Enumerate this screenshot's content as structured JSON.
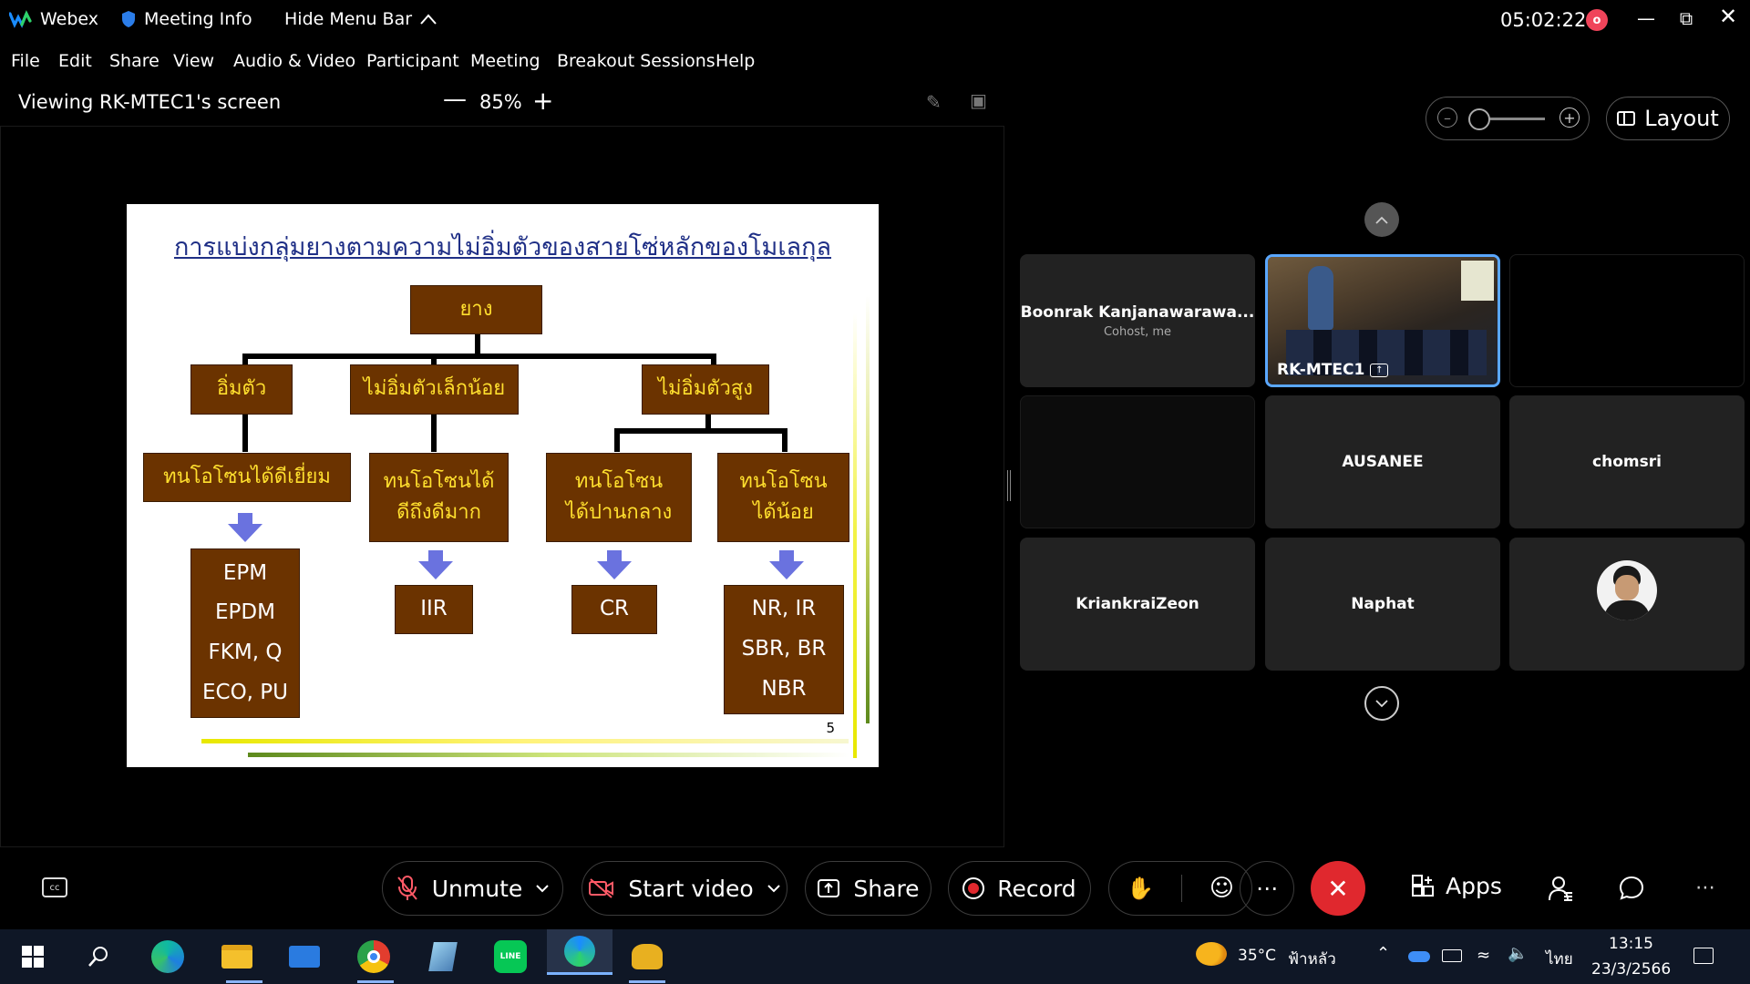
{
  "titlebar": {
    "app_name": "Webex",
    "meeting_info": "Meeting Info",
    "hide_menu": "Hide Menu Bar",
    "clock": "05:02:22",
    "record_badge": "o"
  },
  "menu": [
    "File",
    "Edit",
    "Share",
    "View",
    "Audio & Video",
    "Participant",
    "Meeting",
    "Breakout Sessions",
    "Help"
  ],
  "viewbar": {
    "viewing_label": "Viewing RK-MTEC1's screen",
    "zoom": "85%"
  },
  "slide": {
    "title": "การแบ่งกลุ่มยางตามความไม่อิ่มตัวของสายโซ่หลักของโมเลกุล",
    "root": "ยาง",
    "level1": [
      "อิ่มตัว",
      "ไม่อิ่มตัวเล็กน้อย",
      "ไม่อิ่มตัวสูง"
    ],
    "level2": [
      {
        "line1": "ทนโอโซนได้ดีเยี่ยม",
        "line2": ""
      },
      {
        "line1": "ทนโอโซนได้",
        "line2": "ดีถึงดีมาก"
      },
      {
        "line1": "ทนโอโซน",
        "line2": "ได้ปานกลาง"
      },
      {
        "line1": "ทนโอโซน",
        "line2": "ได้น้อย"
      }
    ],
    "level3": [
      [
        "EPM",
        "EPDM",
        "FKM, Q",
        "ECO, PU"
      ],
      [
        "IIR"
      ],
      [
        "CR"
      ],
      [
        "NR, IR",
        "SBR, BR",
        "NBR"
      ]
    ],
    "page_number": "5"
  },
  "right_panel": {
    "layout_label": "Layout"
  },
  "participants": [
    {
      "name": "Boonrak Kanjanawarawa...",
      "sub": "Cohost, me"
    },
    {
      "name": "RK-MTEC1",
      "sub": ""
    },
    {
      "name": "",
      "sub": ""
    },
    {
      "name": "",
      "sub": ""
    },
    {
      "name": "AUSANEE",
      "sub": ""
    },
    {
      "name": "chomsri",
      "sub": ""
    },
    {
      "name": "KriankraiZeon",
      "sub": ""
    },
    {
      "name": "Naphat",
      "sub": ""
    },
    {
      "name": "",
      "sub": ""
    }
  ],
  "controls": {
    "unmute": "Unmute",
    "start_video": "Start video",
    "share": "Share",
    "record": "Record",
    "apps": "Apps"
  },
  "taskbar": {
    "weather": "35°C",
    "weather_desc": "ฟ้าหลัว",
    "language": "ไทย",
    "time": "13:15",
    "date": "23/3/2566"
  },
  "colors": {
    "slide_box": "#6b3300",
    "slide_box_text": "#ffdf2e",
    "arrow": "#6a72df",
    "end_button": "#e0282e",
    "tile_bg": "#222222",
    "active_tile_border": "#5aa7ff"
  }
}
